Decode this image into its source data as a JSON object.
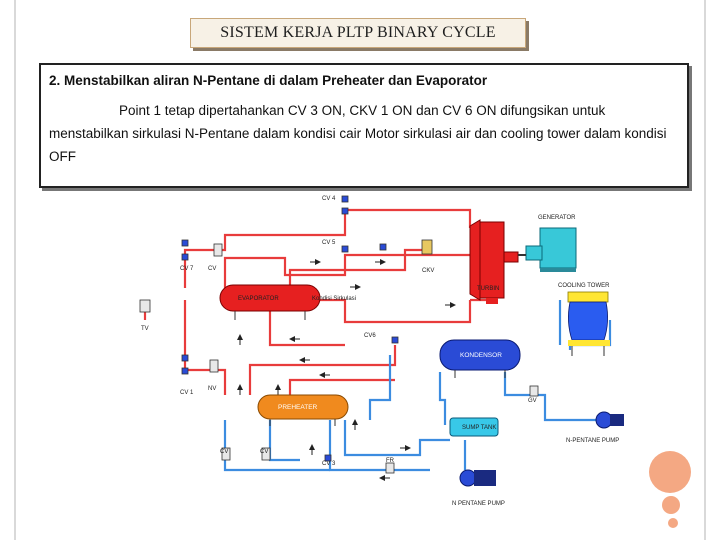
{
  "title": "SISTEM KERJA PLTP BINARY CYCLE",
  "heading": "2. Menstabilkan aliran N-Pentane di dalam  Preheater dan Evaporator",
  "paragraph": "Point 1 tetap dipertahankan CV 3 ON, CKV 1 ON dan CV 6 ON difungsikan untuk menstabilkan sirkulasi N-Pentane dalam kondisi cair Motor sirkulasi air dan cooling tower dalam kondisi OFF",
  "diagram": {
    "labels": {
      "cv4": "CV 4",
      "cv5": "CV 5",
      "generator": "GENERATOR",
      "cv7": "CV 7",
      "cv_a": "CV",
      "ckv": "CKV",
      "evaporator": "EVAPORATOR",
      "kondisi": "Kondisi Sirkulasi",
      "turbin": "TURBIN",
      "cooling_tower": "COOLING TOWER",
      "tv": "TV",
      "cv6": "CV6",
      "kondensor": "KONDENSOR",
      "cv1": "CV 1",
      "nv": "NV",
      "gv": "GV",
      "preheater": "PREHEATER",
      "n_pentane_pump_right": "N-PENTANE PUMP",
      "sump_tank": "SUMP TANK",
      "cv_b": "CV",
      "cv_c": "CV",
      "cv3": "CV 3",
      "fr": "FR",
      "n_pentane_pump_bottom": "N PENTANE PUMP"
    },
    "colors": {
      "hot_line": "#e83c3c",
      "cold_line": "#3c8ce0",
      "vessel_red": "#e62020",
      "vessel_orange": "#f08a1e",
      "vessel_blue": "#2a4bd6",
      "cooling_yellow": "#ffe633",
      "generator_cyan": "#38c8d8"
    }
  }
}
